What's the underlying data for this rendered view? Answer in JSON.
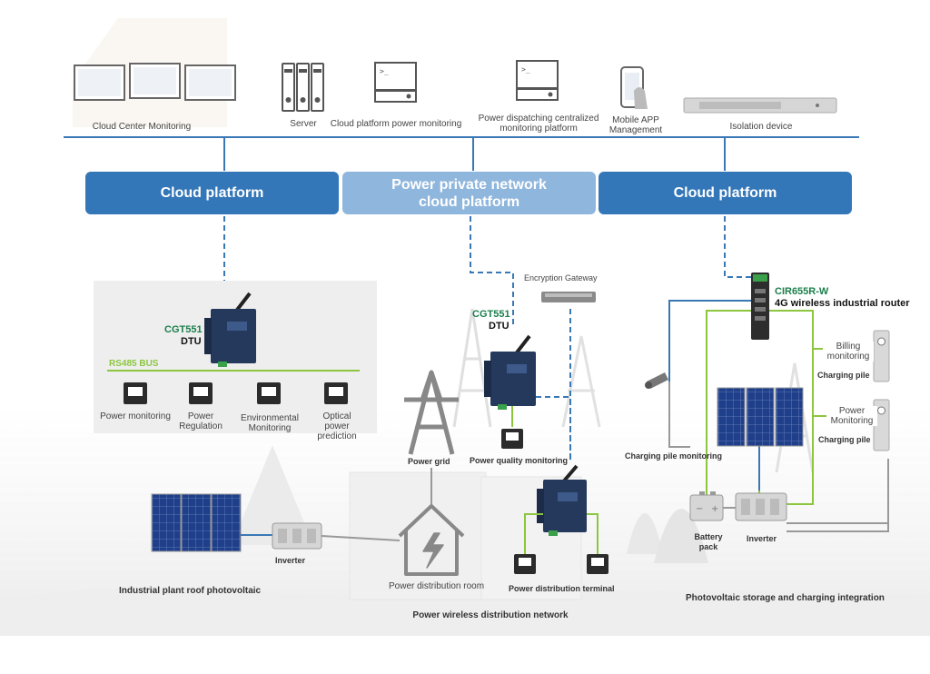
{
  "colors": {
    "bus": "#3a78b5",
    "platform_dark": "#3477b8",
    "platform_light": "#8fb6dc",
    "rs485_green": "#8cc63f",
    "dtu_blue": "#25395c",
    "label_green": "#1a7f4b"
  },
  "top_devices": {
    "cloud_center": "Cloud Center Monitoring",
    "server": "Server",
    "cloud_power": "Cloud platform power monitoring",
    "dispatching": "Power dispatching centralized monitoring platform",
    "mobile_app": "Mobile APP Management",
    "isolation": "Isolation device"
  },
  "platforms": {
    "left": "Cloud platform",
    "middle": "Power private network cloud platform",
    "right": "Cloud platform"
  },
  "left_panel": {
    "dtu_model": "CGT551",
    "dtu_type": "DTU",
    "bus": "RS485 BUS",
    "devices": [
      "Power monitoring",
      "Power Regulation",
      "Environmental Monitoring",
      "Optical power prediction"
    ]
  },
  "middle": {
    "gateway": "Encryption Gateway",
    "dtu_model": "CGT551",
    "dtu_type": "DTU",
    "power_grid": "Power grid",
    "quality": "Power quality monitoring",
    "distribution_room": "Power distribution room",
    "distribution_terminal": "Power distribution terminal",
    "network": "Power wireless distribution network"
  },
  "left_bottom": {
    "inverter": "Inverter",
    "roof": "Industrial plant roof photovoltaic"
  },
  "right": {
    "router_model": "CIR655R-W",
    "router_type": "4G wireless industrial router",
    "billing": "Billing monitoring",
    "charging_pile_1": "Charging pile",
    "power_monitoring": "Power Monitoring",
    "charging_pile_2": "Charging pile",
    "pile_monitoring": "Charging pile monitoring",
    "battery": "Battery pack",
    "inverter": "Inverter",
    "integration": "Photovoltaic storage and charging integration"
  },
  "icons": [
    "monitor-wall-icon",
    "server-icon",
    "computer-icon",
    "smartphone-icon",
    "switch-icon",
    "dtu-icon",
    "meter-icon",
    "solar-panel-icon",
    "inverter-icon",
    "router-icon",
    "camera-icon",
    "charging-pile-icon",
    "battery-icon",
    "pylon-icon",
    "house-icon"
  ]
}
